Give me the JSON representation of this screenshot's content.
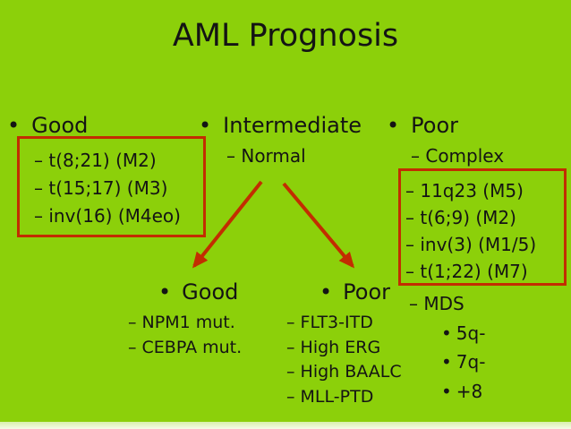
{
  "slide": {
    "title": "AML Prognosis"
  },
  "colors": {
    "background": "#8cd00a",
    "accent_red": "#c22d01",
    "text": "#141414",
    "bottom_strip": "#e8f6cb"
  },
  "columns": {
    "good": {
      "bullet": "•",
      "label": "Good",
      "boxed_items": [
        "– t(8;21) (M2)",
        "– t(15;17) (M3)",
        "– inv(16) (M4eo)"
      ]
    },
    "intermediate": {
      "bullet": "•",
      "label": "Intermediate",
      "item": "– Normal"
    },
    "poor": {
      "bullet": "•",
      "label": "Poor",
      "item_complex": "– Complex",
      "boxed_items": [
        "– 11q23 (M5)",
        "– t(6;9) (M2)",
        "– inv(3) (M1/5)",
        "– t(1;22) (M7)"
      ],
      "item_mds": "– MDS",
      "mds_sub_bullet": "•",
      "mds_sub_items": [
        "5q-",
        "7q-",
        "+8"
      ]
    }
  },
  "branches": {
    "good": {
      "bullet": "•",
      "label": "Good",
      "items": [
        "– NPM1 mut.",
        "– CEBPA mut."
      ]
    },
    "poor": {
      "bullet": "•",
      "label": "Poor",
      "items": [
        "– FLT3-ITD",
        "– High ERG",
        "– High BAALC",
        "– MLL-PTD"
      ]
    }
  }
}
